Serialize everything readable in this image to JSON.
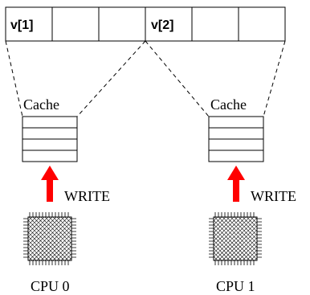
{
  "memory": {
    "cells": [
      "v[1]",
      "",
      "",
      "v[2]",
      "",
      ""
    ]
  },
  "caches": [
    {
      "label": "Cache"
    },
    {
      "label": "Cache"
    }
  ],
  "cpus": [
    {
      "label": "CPU 0",
      "action": "WRITE"
    },
    {
      "label": "CPU 1",
      "action": "WRITE"
    }
  ],
  "colors": {
    "arrow": "#ff0000",
    "stroke": "#000000",
    "chip_fill": "#ffffff"
  }
}
